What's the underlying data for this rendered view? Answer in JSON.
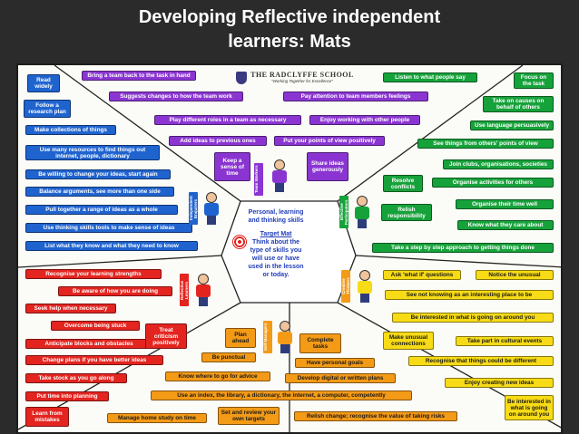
{
  "slide": {
    "title_line1": "Developing Reflective independent",
    "title_line2": "learners: Mats"
  },
  "logo": {
    "name": "THE RADCLYFFE SCHOOL",
    "tagline": "\"Working Together for Excellence\""
  },
  "center": {
    "line1": "Personal, learning",
    "line2": "and thinking skills",
    "target_title": "Target Mat",
    "instructions": [
      "Think about the",
      "type of skills you",
      "will use or have",
      "used in the lesson",
      "or today."
    ]
  },
  "section_tags": {
    "team": "Team Workers",
    "independent": "Independent Enquirers",
    "effective": "Effective Participators",
    "reflective": "Reflective Learners",
    "self": "Self Managers",
    "creative": "Creative Thinkers"
  },
  "team_workers": [
    "Bring a team back to the task in hand",
    "Suggests changes to how the team work",
    "Pay attention to team members feelings",
    "Play different roles in a team as necessary",
    "Enjoy working with other people",
    "Add ideas to previous ones",
    "Put your points of view positively",
    "Keep a sense of time",
    "Share ideas generously"
  ],
  "independent_enquirers": [
    "Read widely",
    "Follow a research plan",
    "Make collections of things",
    "Use many resources to find things out internet, people, dictionary",
    "Be willing to change your ideas, start again",
    "Balance arguments, see more than one side",
    "Pull together a range of ideas as a whole",
    "Use thinking skills tools to make sense of ideas",
    "List what they know and what they need to know"
  ],
  "effective_participators": [
    "Listen to what people say",
    "Focus on the task",
    "Take on causes on behalf of others",
    "Use language persuasively",
    "See things from others' points of view",
    "Join clubs, organisations, societies",
    "Organise activities for others",
    "Resolve conflicts",
    "Organise their time well",
    "Relish responsibility",
    "Know what they care about",
    "Take a step by step approach to getting things done"
  ],
  "reflective_learners": [
    "Recognise your learning strengths",
    "Be aware of how you are doing",
    "Seek help when necessary",
    "Overcome being stuck",
    "Anticipate blocks and obstacles",
    "Treat criticism positively",
    "Change plans if you have better ideas",
    "Take stock as you go along",
    "Put time into planning",
    "Learn from mistakes"
  ],
  "self_managers": [
    "Plan ahead",
    "Complete tasks",
    "Be punctual",
    "Have personal goals",
    "Know where to go for advice",
    "Develop digital or written plans",
    "Use an index, the library, a dictionary, the internet, a computer, competently",
    "Manage home study on time",
    "Set and review your own targets",
    "Relish change; recognise the value of taking risks"
  ],
  "creative_thinkers": [
    "Ask 'what if' questions",
    "Notice the unusual",
    "See not knowing as an interesting place to be",
    "Be interested in what is going on around you",
    "Make unusual connections",
    "Take part in cultural events",
    "Recognise that things could be different",
    "Enjoy creating new ideas",
    "Be interested in what is going on around you"
  ]
}
